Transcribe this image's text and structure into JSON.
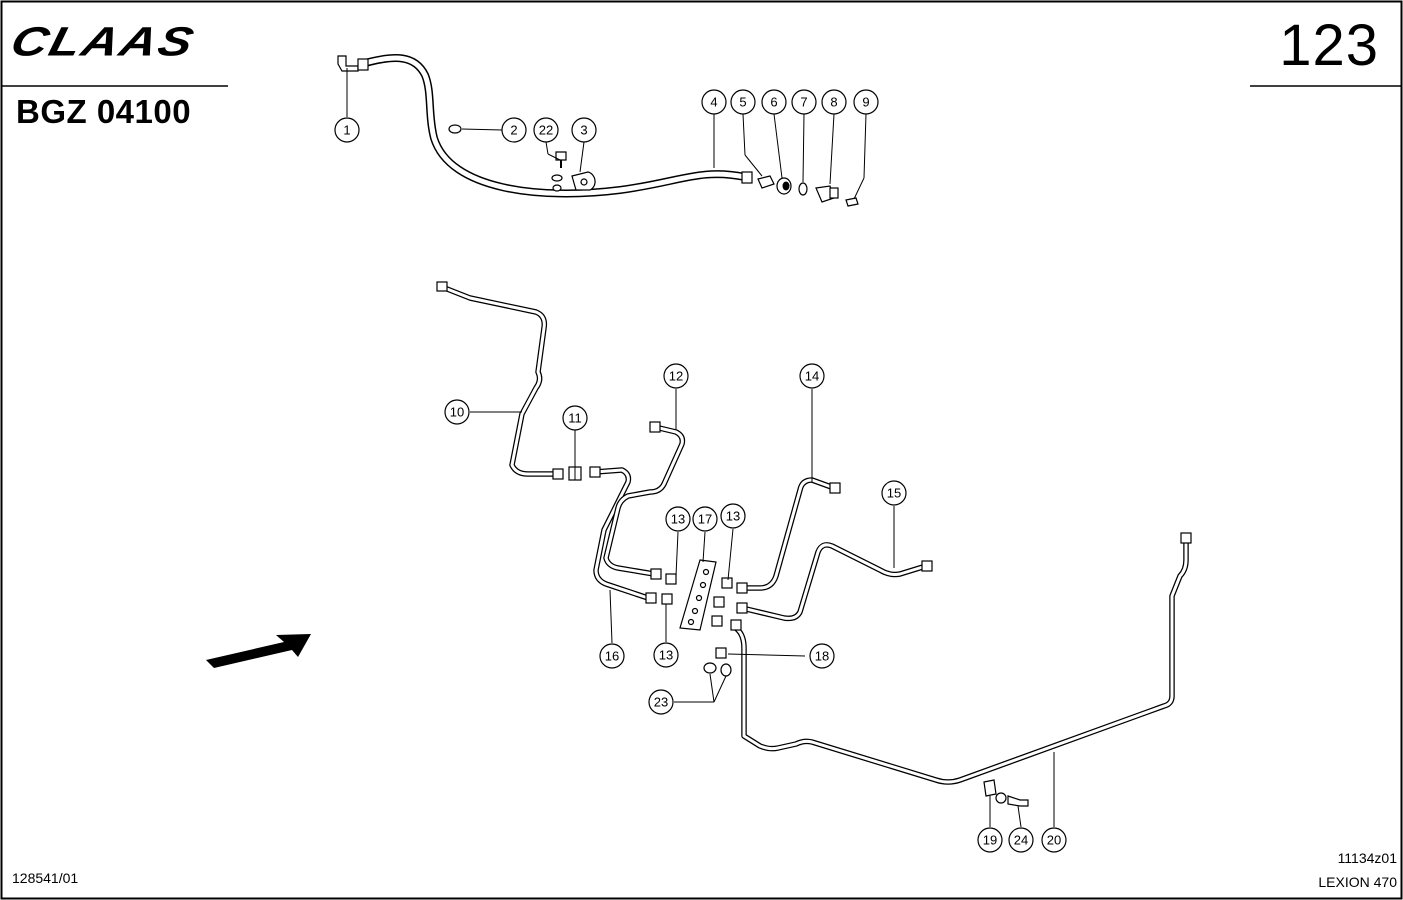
{
  "header": {
    "brand": "CLAAS",
    "group_code": "BGZ 04100",
    "page_number": "123"
  },
  "footer": {
    "document_number": "128541/01",
    "drawing_code": "11134z01",
    "model": "LEXION 470"
  },
  "callouts": [
    {
      "id": "c1",
      "label": "1"
    },
    {
      "id": "c2",
      "label": "2"
    },
    {
      "id": "c22",
      "label": "22"
    },
    {
      "id": "c3",
      "label": "3"
    },
    {
      "id": "c4",
      "label": "4"
    },
    {
      "id": "c5",
      "label": "5"
    },
    {
      "id": "c6",
      "label": "6"
    },
    {
      "id": "c7",
      "label": "7"
    },
    {
      "id": "c8",
      "label": "8"
    },
    {
      "id": "c9",
      "label": "9"
    },
    {
      "id": "c10",
      "label": "10"
    },
    {
      "id": "c11",
      "label": "11"
    },
    {
      "id": "c12",
      "label": "12"
    },
    {
      "id": "c14",
      "label": "14"
    },
    {
      "id": "c15",
      "label": "15"
    },
    {
      "id": "c13a",
      "label": "13"
    },
    {
      "id": "c17",
      "label": "17"
    },
    {
      "id": "c13b",
      "label": "13"
    },
    {
      "id": "c16",
      "label": "16"
    },
    {
      "id": "c13c",
      "label": "13"
    },
    {
      "id": "c18",
      "label": "18"
    },
    {
      "id": "c23",
      "label": "23"
    },
    {
      "id": "c19",
      "label": "19"
    },
    {
      "id": "c24",
      "label": "24"
    },
    {
      "id": "c20",
      "label": "20"
    }
  ],
  "icons": {
    "direction_arrow": "travel-direction-arrow-icon"
  }
}
